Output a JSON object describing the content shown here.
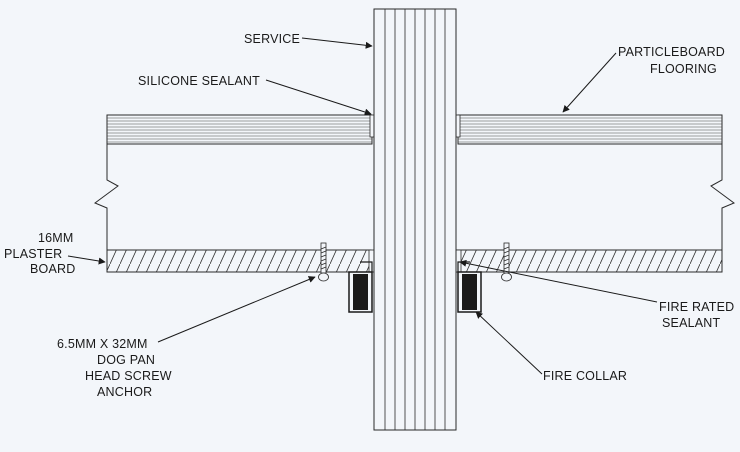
{
  "labels": {
    "service": "SERVICE",
    "silicone_sealant": "SILICONE SEALANT",
    "particleboard_line1": "PARTICLEBOARD",
    "particleboard_line2": "FLOORING",
    "plasterboard_line1": "16MM",
    "plasterboard_line2": "PLASTER",
    "plasterboard_line3": "BOARD",
    "fire_rated_line1": "FIRE RATED",
    "fire_rated_line2": "SEALANT",
    "screw_line1": "6.5MM X 32MM",
    "screw_line2": "DOG PAN",
    "screw_line3": "HEAD SCREW",
    "screw_line4": "ANCHOR",
    "fire_collar": "FIRE COLLAR"
  },
  "colors": {
    "background": "#f3f6fa",
    "line": "#2a2a2a",
    "collar": "#1a1a1a"
  }
}
